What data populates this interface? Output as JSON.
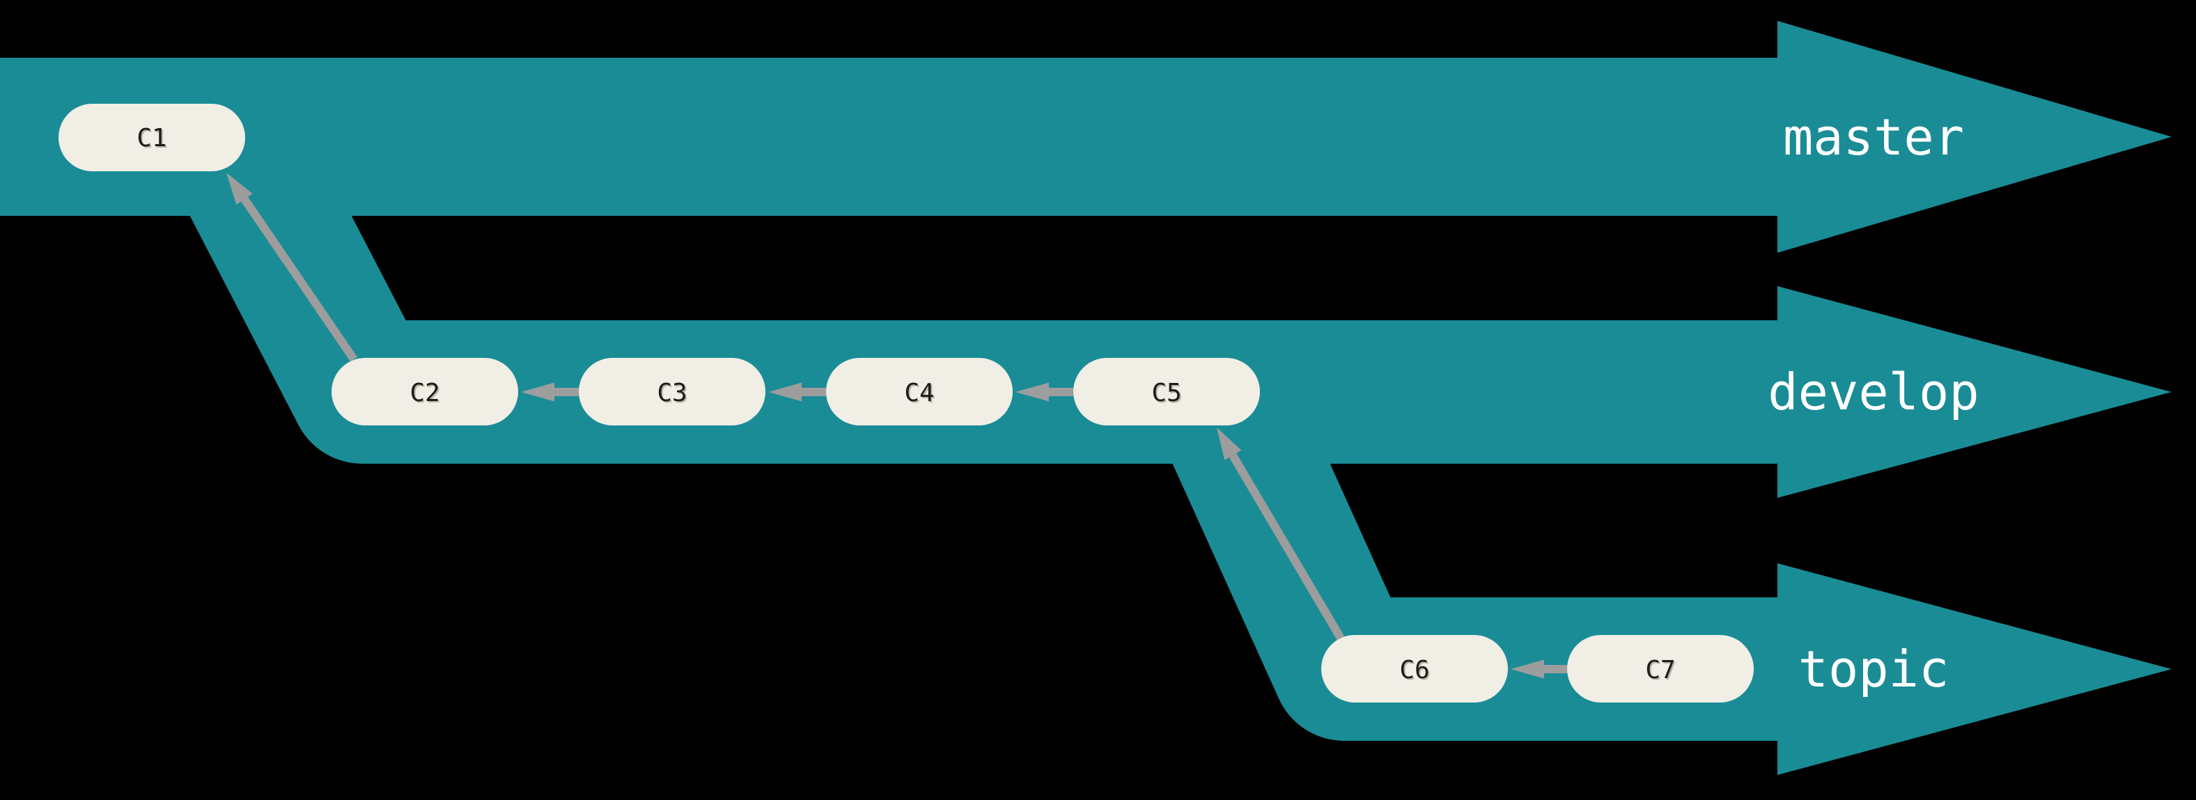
{
  "diagram": {
    "type": "git-branch-diagram",
    "background_color": "#000000",
    "branch_color": "#1A8C96",
    "commit_fill_color": "#F0EEE5",
    "commit_text_color": "#1C1C1C",
    "edge_color": "#9D9D9D",
    "label_text_color": "#FFFFFF",
    "branches": [
      {
        "label": "master",
        "commits": [
          "C1"
        ]
      },
      {
        "label": "develop",
        "commits": [
          "C2",
          "C3",
          "C4",
          "C5"
        ]
      },
      {
        "label": "topic",
        "commits": [
          "C6",
          "C7"
        ]
      }
    ],
    "parent_edges": [
      {
        "from": "C2",
        "to": "C1"
      },
      {
        "from": "C3",
        "to": "C2"
      },
      {
        "from": "C4",
        "to": "C3"
      },
      {
        "from": "C5",
        "to": "C4"
      },
      {
        "from": "C6",
        "to": "C5"
      },
      {
        "from": "C7",
        "to": "C6"
      }
    ]
  }
}
